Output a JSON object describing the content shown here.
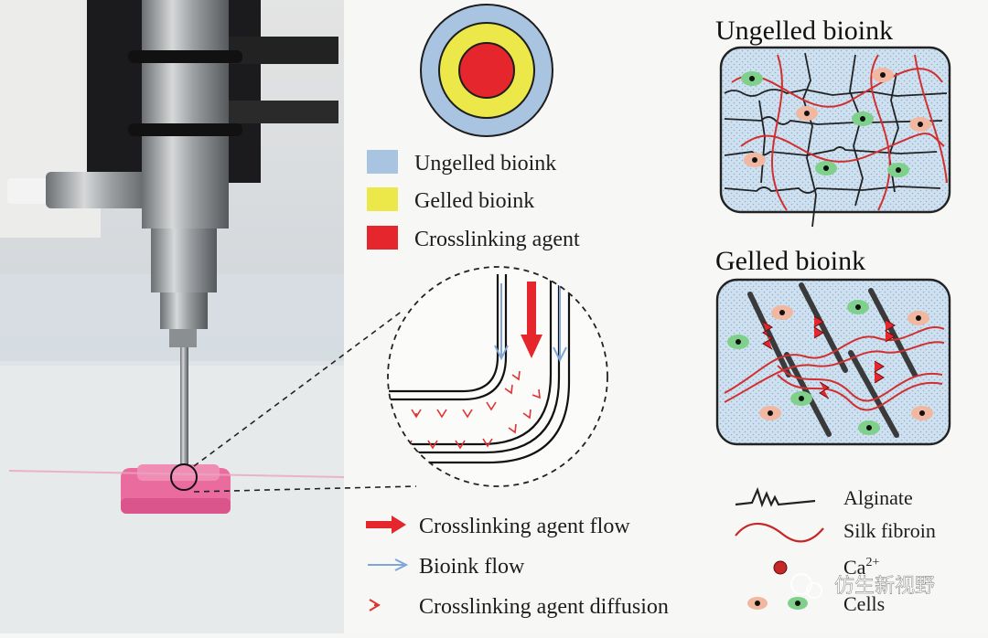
{
  "legend_top": {
    "items": [
      {
        "label": "Ungelled bioink",
        "color": "#a9c4e0"
      },
      {
        "label": "Gelled bioink",
        "color": "#ece84a"
      },
      {
        "label": "Crosslinking agent",
        "color": "#e5262c"
      }
    ]
  },
  "panels": {
    "ungelled_title": "Ungelled bioink",
    "gelled_title": "Gelled bioink"
  },
  "legend_flow": {
    "items": [
      {
        "label": "Crosslinking agent flow",
        "icon": "red-thick-arrow-icon"
      },
      {
        "label": "Bioink flow",
        "icon": "blue-thin-arrow-icon"
      },
      {
        "label": "Crosslinking agent diffusion",
        "icon": "red-chevron-icon"
      }
    ]
  },
  "legend_components": {
    "alginate": "Alginate",
    "silk": "Silk fibroin",
    "ca_base": "Ca",
    "ca_sup": "2+",
    "cells": "Cells"
  },
  "watermark": "仿生新视野",
  "colors": {
    "crosslinker": "#e5262c",
    "bioink": "#7fa6d6",
    "gelled": "#ece84a",
    "silk": "#c62828",
    "alginate": "#222222"
  }
}
